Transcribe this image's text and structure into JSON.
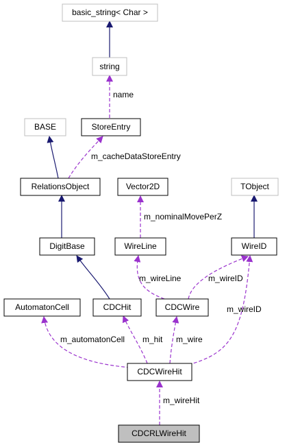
{
  "colors": {
    "inherit": "#191970",
    "uses": "#9a32cd",
    "node_border": "#000000",
    "external_border": "#bfbfbf",
    "focus_fill": "#bfbfbf"
  },
  "nodes": {
    "basic_string": "basic_string< Char >",
    "string": "string",
    "base": "BASE",
    "store_entry": "StoreEntry",
    "relations_object": "RelationsObject",
    "vector2d": "Vector2D",
    "tobject": "TObject",
    "digit_base": "DigitBase",
    "wire_line": "WireLine",
    "wire_id": "WireID",
    "automaton_cell": "AutomatonCell",
    "cdc_hit": "CDCHit",
    "cdc_wire": "CDCWire",
    "cdc_wire_hit": "CDCWireHit",
    "cdc_rl_wire_hit": "CDCRLWireHit"
  },
  "edge_labels": {
    "name": "name",
    "cache_data_store_entry": "m_cacheDataStoreEntry",
    "nominal_move_per_z": "m_nominalMovePerZ",
    "wire_line": "m_wireLine",
    "wire_id_cdcwire": "m_wireID",
    "wire_id_cdcwirehit": "m_wireID",
    "automaton_cell": "m_automatonCell",
    "hit": "m_hit",
    "wire": "m_wire",
    "wire_hit": "m_wireHit"
  }
}
